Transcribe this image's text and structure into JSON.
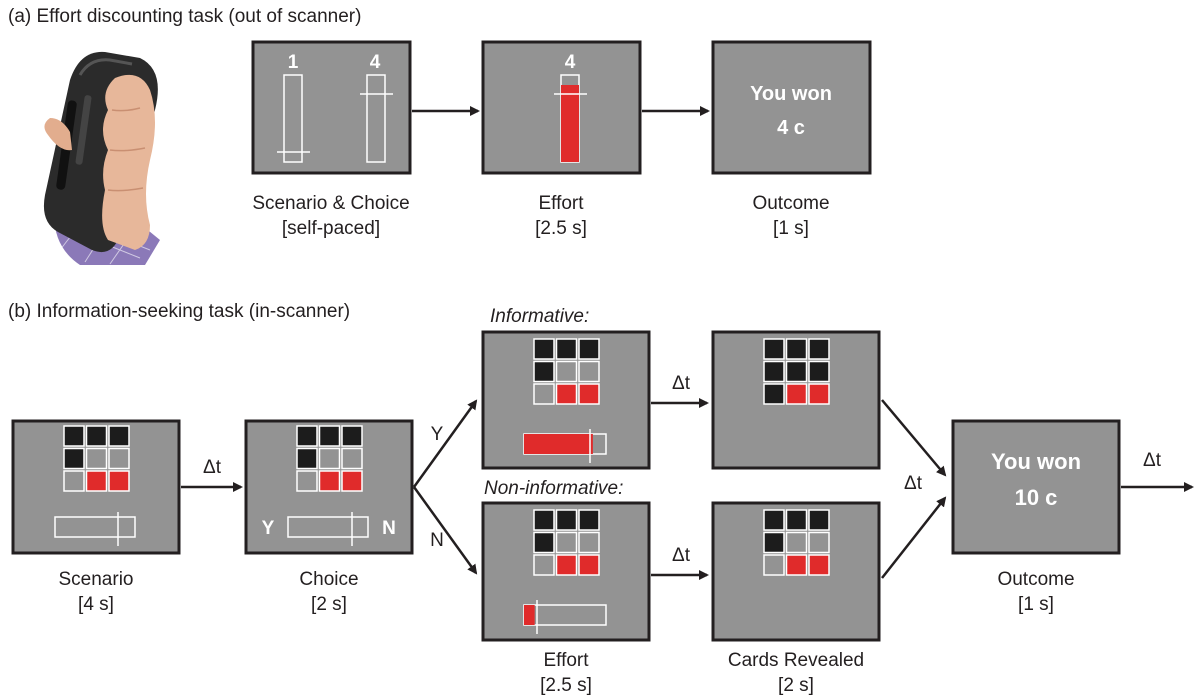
{
  "colors": {
    "screen": "#939393",
    "border": "#231f20",
    "red": "#e02b2b",
    "black": "#1c1c1c",
    "white": "#ffffff"
  },
  "panel_a": {
    "title": "(a) Effort discounting task (out of scanner)",
    "device_image": "handheld-grip-device",
    "choice_screen": {
      "left_value": "1",
      "right_value": "4"
    },
    "effort_screen": {
      "value": "4"
    },
    "outcome_screen": {
      "line1": "You won",
      "line2": "4 c"
    },
    "captions": [
      {
        "name": "Scenario & Choice",
        "time": "[self-paced]"
      },
      {
        "name": "Effort",
        "time": "[2.5 s]"
      },
      {
        "name": "Outcome",
        "time": "[1 s]"
      }
    ]
  },
  "panel_b": {
    "title": "(b) Information-seeking task (in-scanner)",
    "informative_label": "Informative:",
    "noninformative_label": "Non-informative:",
    "delta_t": "Δt",
    "yes_branch": "Y",
    "no_branch": "N",
    "choice_y": "Y",
    "choice_n": "N",
    "outcome_screen": {
      "line1": "You won",
      "line2": "10 c"
    },
    "captions": {
      "scenario": {
        "name": "Scenario",
        "time": "[4 s]"
      },
      "choice": {
        "name": "Choice",
        "time": "[2 s]"
      },
      "effort": {
        "name": "Effort",
        "time": "[2.5 s]"
      },
      "revealed": {
        "name": "Cards Revealed",
        "time": "[2 s]"
      },
      "outcome": {
        "name": "Outcome",
        "time": "[1 s]"
      }
    },
    "card_grids": {
      "scenario": [
        "black",
        "black",
        "black",
        "black",
        "gray",
        "gray",
        "gray",
        "red",
        "red"
      ],
      "choice": [
        "black",
        "black",
        "black",
        "black",
        "gray",
        "gray",
        "gray",
        "red",
        "red"
      ],
      "informative_effort": [
        "black",
        "black",
        "black",
        "black",
        "gray",
        "gray",
        "gray",
        "red",
        "red"
      ],
      "informative_revealed": [
        "black",
        "black",
        "black",
        "black",
        "black",
        "black",
        "black",
        "red",
        "red"
      ],
      "noninformative_effort": [
        "black",
        "black",
        "black",
        "black",
        "gray",
        "gray",
        "gray",
        "red",
        "red"
      ],
      "noninformative_revealed": [
        "black",
        "black",
        "black",
        "black",
        "gray",
        "gray",
        "gray",
        "red",
        "red"
      ]
    },
    "effort_fill": {
      "informative": 0.84,
      "noninformative": 0.13
    }
  }
}
